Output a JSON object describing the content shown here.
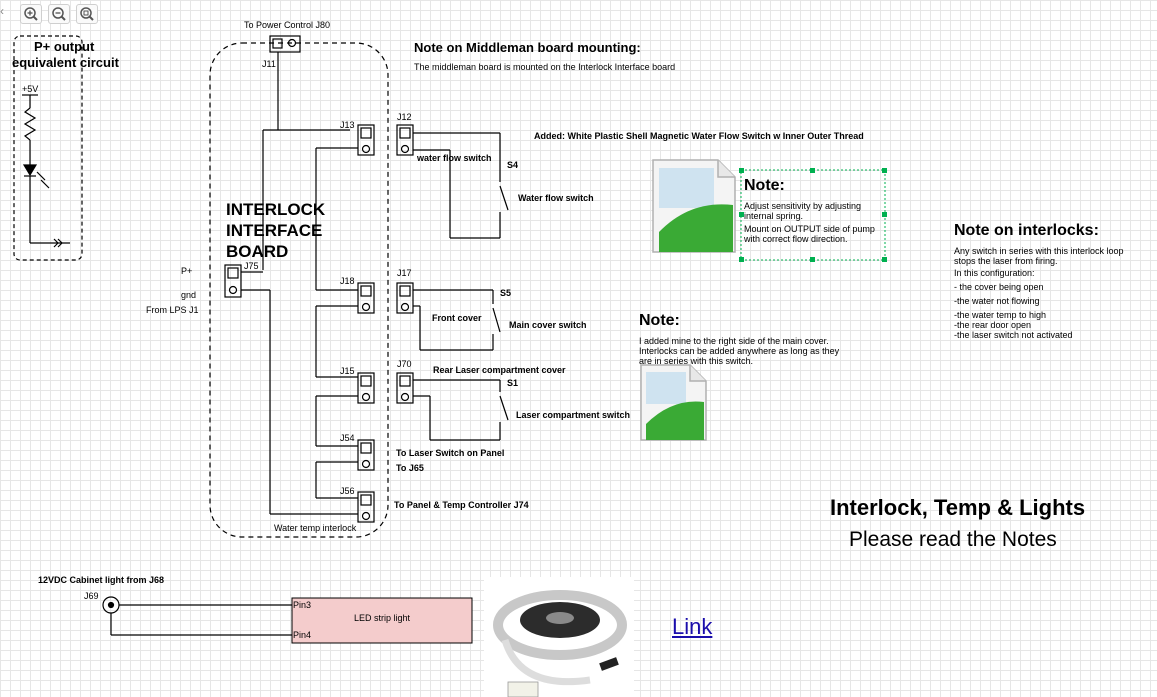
{
  "toolbar": {
    "icons": [
      "collapse-arrow-icon",
      "zoom-in-icon",
      "zoom-out-icon",
      "zoom-fit-icon"
    ]
  },
  "equiv": {
    "title_line1": "P+ output",
    "title_line2": "equivalent circuit",
    "supply": "+5V"
  },
  "board": {
    "line1": "INTERLOCK",
    "line2": "INTERFACE",
    "line3": "BOARD"
  },
  "connectors": {
    "power_control": "To Power Control J80",
    "j11": "J11",
    "j13": "J13",
    "j12": "J12",
    "j75": "J75",
    "j18": "J18",
    "j17": "J17",
    "j15": "J15",
    "j70": "J70",
    "j54": "J54",
    "j56": "J56",
    "j69": "J69"
  },
  "lps": {
    "p_plus": "P+",
    "gnd": "gnd",
    "from": "From LPS J1"
  },
  "switches": {
    "water_flow_small": "water flow switch",
    "s4": "S4",
    "water_flow": "Water flow switch",
    "s5": "S5",
    "front_cover": "Front cover",
    "main_cover": "Main cover switch",
    "rear_cover": "Rear Laser compartment cover",
    "s1": "S1",
    "laser_comp": "Laser compartment switch",
    "to_laser_switch": "To Laser Switch on Panel",
    "to_j65": "To J65",
    "to_panel": "To Panel & Temp Controller J74",
    "water_temp": "Water temp interlock"
  },
  "notes": {
    "middleman_title": "Note on Middleman board mounting:",
    "middleman_body": "The middleman board is mounted on the Interlock Interface board",
    "added": "Added: White Plastic Shell Magnetic Water Flow Switch w Inner Outer Thread",
    "note1_title": "Note:",
    "note1_lines": [
      "Adjust sensitivity by adjusting",
      "internal spring.",
      "Mount on OUTPUT  side of pump",
      "with correct flow direction."
    ],
    "note2_title": "Note:",
    "note2_lines": [
      "I added mine to the right side of the main cover.",
      "Interlocks can be added anywhere as long as they",
      "are in series with this switch."
    ],
    "interlocks_title": "Note on interlocks:",
    "interlocks_lines": [
      "Any switch in series with this interlock loop",
      "stops the laser from firing.",
      "In this configuration:",
      "- the cover being open",
      "-the water not flowing",
      "-the water temp to high",
      "-the rear door open",
      "-the laser switch not activated"
    ]
  },
  "title": {
    "main": "Interlock, Temp & Lights",
    "sub": "Please read the Notes"
  },
  "cabinet": {
    "label": "12VDC Cabinet light from J68",
    "led": "LED strip light",
    "pin3": "Pin3",
    "pin4": "Pin4"
  },
  "link": {
    "label": "Link"
  },
  "colors": {
    "led_fill": "#f4cccc",
    "selection": "#00b050",
    "image_green": "#3aaa35",
    "image_sky": "#cfe3f0"
  }
}
